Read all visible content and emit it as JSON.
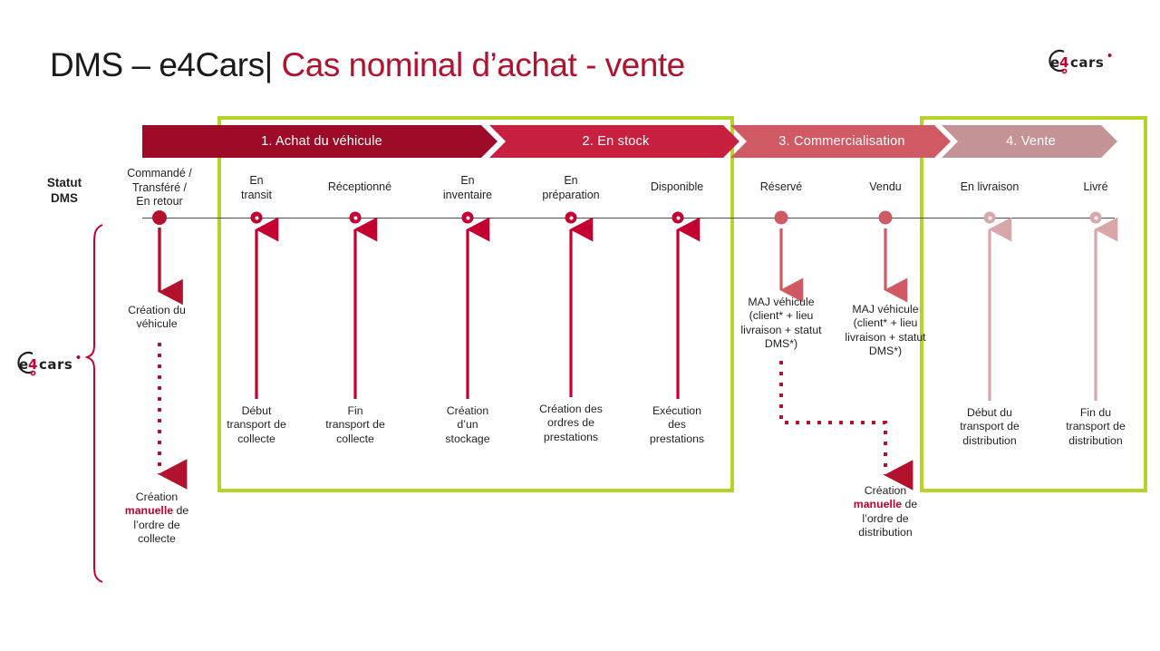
{
  "page": {
    "title_black": "DMS – e4Cars",
    "title_separator": "|",
    "title_red": "Cas nominal d’achat - vente",
    "brand": "e4cars"
  },
  "colors": {
    "green_frame": "#b5d427",
    "phase1": "#9e0b28",
    "phase2": "#c8203f",
    "phase3": "#cf5a63",
    "phase4": "#c49396",
    "accent_red": "#c3002f",
    "dark_red": "#b3122f",
    "text": "#231f20",
    "axis": "#4d4d4d"
  },
  "phases": [
    {
      "label": "1. Achat du véhicule",
      "color": "#9e0b28"
    },
    {
      "label": "2. En stock",
      "color": "#c8203f"
    },
    {
      "label": "3. Commercialisation",
      "color": "#cf5a63"
    },
    {
      "label": "4. Vente",
      "color": "#c49396"
    }
  ],
  "axis_label": "Statut\nDMS",
  "axis_label_line1": "Statut",
  "axis_label_line2": "DMS",
  "statuses": [
    {
      "label": "Commandé /\nTransféré /\nEn retour",
      "lines": [
        "Commandé /",
        "Transféré /",
        "En retour"
      ]
    },
    {
      "label": "En transit",
      "lines": [
        "En",
        "transit"
      ]
    },
    {
      "label": "Réceptionné",
      "lines": [
        "Réceptionné"
      ]
    },
    {
      "label": "En inventaire",
      "lines": [
        "En",
        "inventaire"
      ]
    },
    {
      "label": "En préparation",
      "lines": [
        "En",
        "préparation"
      ]
    },
    {
      "label": "Disponible",
      "lines": [
        "Disponible"
      ]
    },
    {
      "label": "Réservé",
      "lines": [
        "Réservé"
      ]
    },
    {
      "label": "Vendu",
      "lines": [
        "Vendu"
      ]
    },
    {
      "label": "En livraison",
      "lines": [
        "En livraison"
      ]
    },
    {
      "label": "Livré",
      "lines": [
        "Livré"
      ]
    }
  ],
  "callouts": {
    "creation_vehicule": {
      "lines": [
        "Création du",
        "véhicule"
      ]
    },
    "creation_ordre_collecte": {
      "pre": "Création",
      "bold": "manuelle",
      "post": "de",
      "lines3": "l’ordre de",
      "lines4": "collecte"
    },
    "debut_transport_collecte": {
      "lines": [
        "Début",
        "transport de",
        "collecte"
      ]
    },
    "fin_transport_collecte": {
      "lines": [
        "Fin",
        "transport de",
        "collecte"
      ]
    },
    "creation_stockage": {
      "lines": [
        "Création",
        "d’un",
        "stockage"
      ]
    },
    "creation_ordres_prestations": {
      "lines": [
        "Création des",
        "ordres de",
        "prestations"
      ]
    },
    "execution_prestations": {
      "lines": [
        "Exécution",
        "des",
        "prestations"
      ]
    },
    "maj_vehicule_reserve": {
      "lines": [
        "MAJ véhicule",
        "(client* + lieu",
        "livraison + statut",
        "DMS*)"
      ]
    },
    "maj_vehicule_vendu": {
      "lines": [
        "MAJ véhicule",
        "(client* + lieu",
        "livraison + statut",
        "DMS*)"
      ]
    },
    "creation_ordre_distribution": {
      "pre": "Création",
      "bold": "manuelle",
      "post": "de",
      "lines3": "l’ordre de",
      "lines4": "distribution"
    },
    "debut_transport_distribution": {
      "lines": [
        "Début du",
        "transport de",
        "distribution"
      ]
    },
    "fin_transport_distribution": {
      "lines": [
        "Fin du",
        "transport de",
        "distribution"
      ]
    }
  }
}
